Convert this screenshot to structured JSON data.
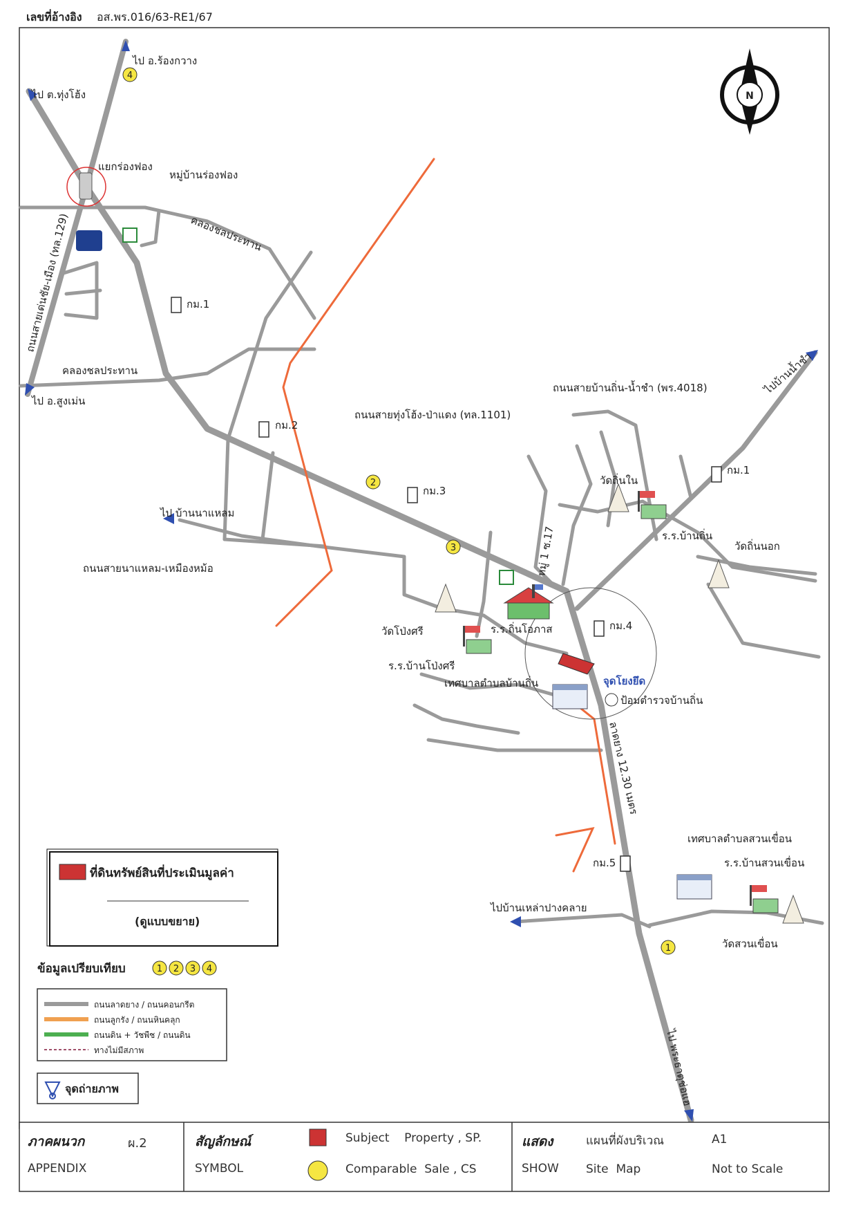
{
  "header": {
    "ref_label": "เลขที่อ้างอิง",
    "ref_code": "อส.พร.016/63-RE1/67"
  },
  "compass": {
    "letter": "N"
  },
  "places": {
    "to_rong_kwang": "ไป อ.ร้องกวาง",
    "to_thung_hong": "ไป ต.ทุ่งโฮ้ง",
    "to_sung_men": "ไป อ.สูงเม่น",
    "to_ban_na_laem": "ไป บ้านนาแหลม",
    "to_ban_nam_cham": "ไปบ้านน้ำชำ",
    "to_ban_lao_pang_khlai": "ไปบ้านเหล่าปางคลาย",
    "to_phrae": "ไป พระธาตุช่อแฮ",
    "rong_fong_junction": "แยกร่องฟอง",
    "rong_fong_village": "หมู่บ้านร่องฟอง",
    "canal_1": "คลองชลประทาน",
    "canal_2": "คลองชลประทาน",
    "road_129": "ถนนสายเด่นชัย-เมือง (ทล.129)",
    "road_1101": "ถนนสายทุ่งโฮ้ง-ป่าแดง (ทล.1101)",
    "road_4018": "ถนนสายบ้านถิ่น-น้ำชำ (พร.4018)",
    "road_na_laem": "ถนนสายนาแหลม-เหมืองหม้อ",
    "soi_17": "หมู่ 1 ซ.17",
    "road_width": "ลาดยาง 12.30 เมตร",
    "km1_a": "กม.1",
    "km2": "กม.2",
    "km3": "กม.3",
    "km4": "กม.4",
    "km5": "กม.5",
    "km1_b": "กม.1",
    "wat_thin_nai": "วัดถิ่นใน",
    "school_ban_thin": "ร.ร.บ้านถิ่น",
    "wat_thin_nok": "วัดถิ่นนอก",
    "wat_pong_si": "วัดโป่งศรี",
    "school_pong_si": "ร.ร.บ้านโป่งศรี",
    "school_thin_ophat": "ร.ร.ถิ่นโอภาส",
    "municipality_ban_thin": "เทศบาลตำบลบ้านถิ่น",
    "reference_point": "จุดโยงยึด",
    "police_box": "ป้อมตำรวจบ้านถิ่น",
    "municipality_suan_khuean": "เทศบาลตำบลสวนเขื่อน",
    "school_suan_khuean": "ร.ร.บ้านสวนเขื่อน",
    "wat_suan_khuean": "วัดสวนเขื่อน"
  },
  "comparables": [
    "1",
    "2",
    "3",
    "4"
  ],
  "subject_box": {
    "title": "ที่ดินทรัพย์สินที่ประเมินมูลค่า",
    "subtitle": "(ดูแบบขยาย)"
  },
  "comparison": {
    "label": "ข้อมูลเปรียบเทียบ"
  },
  "road_legend": {
    "rows": [
      {
        "color": "#9a9a9a",
        "text": "ถนนลาดยาง / ถนนคอนกรีต"
      },
      {
        "color": "#f0a050",
        "text": "ถนนลูกรัง / ถนนหินคลุก"
      },
      {
        "color": "#4caf50",
        "text": "ถนนดิน + วัชพืช / ถนนดิน"
      },
      {
        "color": "#a0506a",
        "text": "ทางไม่มีสภาพ"
      }
    ]
  },
  "photo_point": {
    "label": "จุดถ่ายภาพ"
  },
  "footer": {
    "appendix_th": "ภาคผนวก",
    "appendix_no": "ผ.2",
    "appendix_en": "APPENDIX",
    "symbol_th": "สัญลักษณ์",
    "symbol_en": "SYMBOL",
    "subject_text": "Subject    Property , SP.",
    "comparable_text": "Comparable  Sale , CS",
    "show_th": "แสดง",
    "show_en": "SHOW",
    "map_th": "แผนที่ผังบริเวณ",
    "map_en": "Site  Map",
    "code": "A1",
    "scale": "Not to Scale"
  },
  "colors": {
    "road": "#9a9a9a",
    "laterite": "#ee6a3a",
    "subject": "#cc3333",
    "comparable": "#f5e642",
    "arrow": "#2f4fb0"
  }
}
